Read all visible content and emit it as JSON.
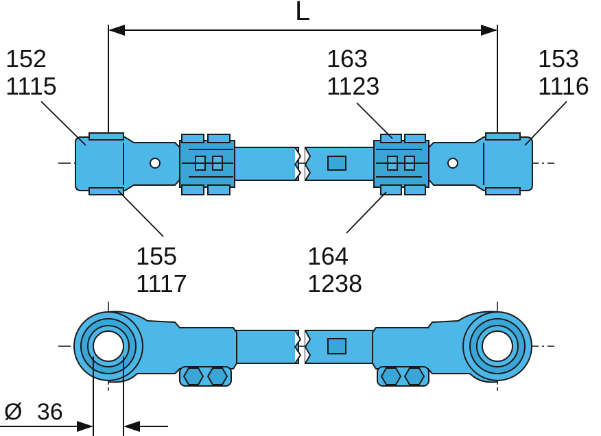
{
  "dimension_label": "L",
  "diameter": {
    "symbol": "Ø",
    "value": "36"
  },
  "callouts": [
    {
      "id": "left-rod-end",
      "line1": "152",
      "line2": "1115"
    },
    {
      "id": "right-rod-end",
      "line1": "153",
      "line2": "1116"
    },
    {
      "id": "left-clamp",
      "line1": "155",
      "line2": "1117"
    },
    {
      "id": "right-clamp-top",
      "line1": "163",
      "line2": "1123"
    },
    {
      "id": "right-clamp-bottom",
      "line1": "164",
      "line2": "1238"
    }
  ],
  "colors": {
    "part_fill": "#4db8e8",
    "part_fill_dark": "#3aa6d8",
    "outline": "#1a1a1a"
  }
}
